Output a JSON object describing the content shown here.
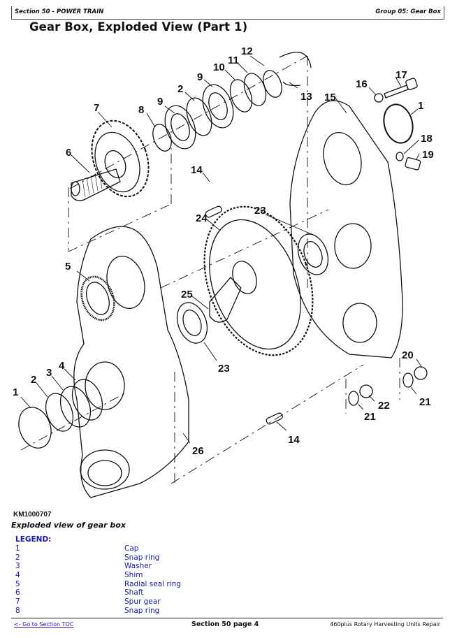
{
  "header": {
    "section": "Section 50 - POWER TRAIN",
    "group": "Group 05: Gear Box"
  },
  "page_title": "Gear Box, Exploded View (Part 1)",
  "figure": {
    "id": "KM1000707",
    "caption": "Exploded view of gear box",
    "callouts": [
      "1",
      "2",
      "3",
      "4",
      "5",
      "6",
      "7",
      "8",
      "9",
      "9",
      "10",
      "11",
      "12",
      "13",
      "14",
      "14",
      "15",
      "16",
      "17",
      "1",
      "18",
      "19",
      "20",
      "21",
      "21",
      "22",
      "23",
      "23",
      "24",
      "25",
      "26",
      "2"
    ]
  },
  "legend": {
    "title": "LEGEND:",
    "items": [
      {
        "num": "1",
        "label": "Cap"
      },
      {
        "num": "2",
        "label": "Snap ring"
      },
      {
        "num": "3",
        "label": "Washer"
      },
      {
        "num": "4",
        "label": "Shim"
      },
      {
        "num": "5",
        "label": "Radial seal ring"
      },
      {
        "num": "6",
        "label": "Shaft"
      },
      {
        "num": "7",
        "label": "Spur gear"
      },
      {
        "num": "8",
        "label": "Snap ring"
      }
    ]
  },
  "footer": {
    "toc_link": "<- Go to Section TOC",
    "page": "Section 50 page 4",
    "book": "460plus Rotary Harvesting Units Repair"
  },
  "colors": {
    "legend_text": "#1a1aa6",
    "link": "#1a1aa6",
    "text": "#111111"
  }
}
